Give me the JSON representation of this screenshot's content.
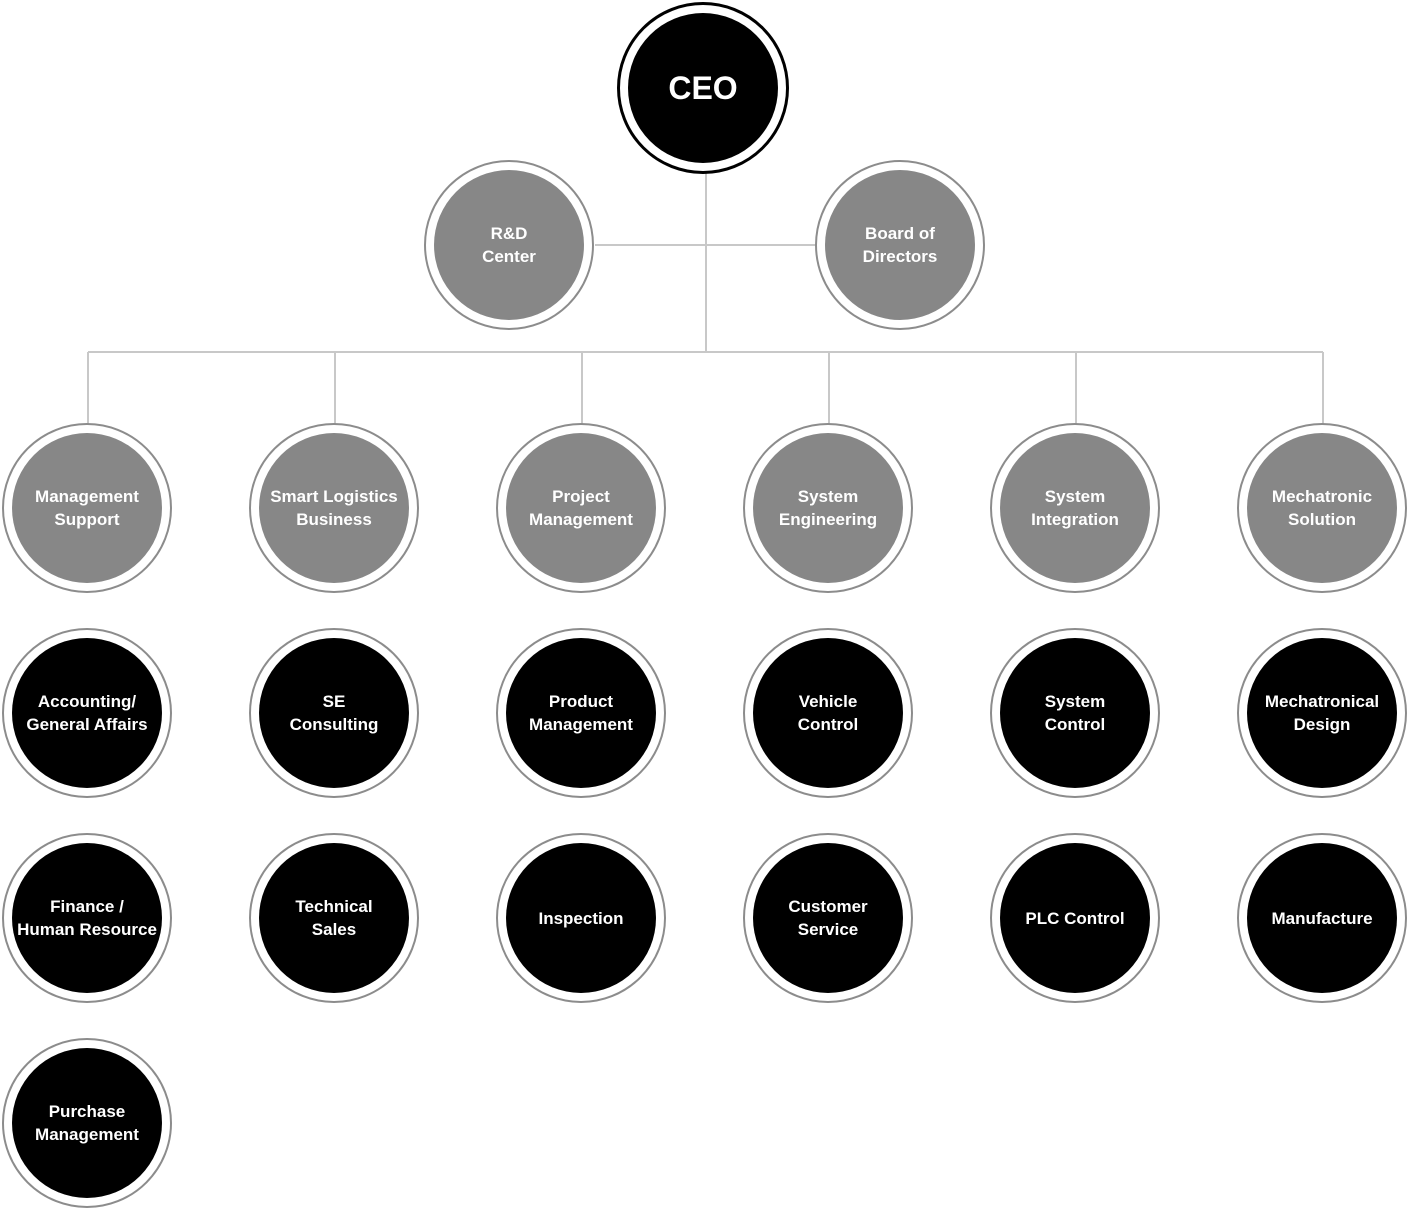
{
  "ceo": {
    "label": "CEO"
  },
  "advisors": [
    {
      "label": "R&D\nCenter"
    },
    {
      "label": "Board of\nDirectors"
    }
  ],
  "departments": [
    {
      "label": "Management\nSupport",
      "teams": [
        "Accounting/\nGeneral Affairs",
        "Finance /\nHuman Resource",
        "Purchase\nManagement"
      ]
    },
    {
      "label": "Smart Logistics\nBusiness",
      "teams": [
        "SE\nConsulting",
        "Technical\nSales"
      ]
    },
    {
      "label": "Project\nManagement",
      "teams": [
        "Product\nManagement",
        "Inspection"
      ]
    },
    {
      "label": "System\nEngineering",
      "teams": [
        "Vehicle\nControl",
        "Customer\nService"
      ]
    },
    {
      "label": "System\nIntegration",
      "teams": [
        "System\nControl",
        "PLC Control"
      ]
    },
    {
      "label": "Mechatronic\nSolution",
      "teams": [
        "Mechatronical\nDesign",
        "Manufacture"
      ]
    }
  ],
  "colors": {
    "connector": "#c8c8c8",
    "ring": "#8c8c8c",
    "gray_fill": "#878787",
    "black_fill": "#000000"
  }
}
